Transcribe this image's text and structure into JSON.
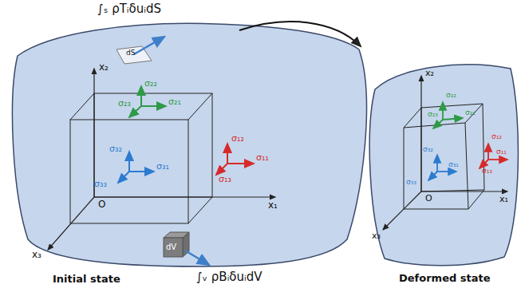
{
  "diagram": {
    "labels": [
      "∫ₛ ρTᵢδuᵢdS",
      "dS",
      "x₂",
      "x₁",
      "x₃",
      "O",
      "σ₂₂",
      "σ₂₁",
      "σ₂₃",
      "σ₁₂",
      "σ₁₁",
      "σ₁₃",
      "σ₃₂",
      "σ₃₁",
      "σ₃₃",
      "dV",
      "∫ᵥ ρBᵢδuᵢdV",
      "Initial state",
      "x₂",
      "σ₂₂",
      "σ₂₁",
      "σ₂₃",
      "σ₁₂",
      "σ₁₁",
      "σ₁₃",
      "σ₃₂",
      "σ₃₁",
      "σ₃₃",
      "O",
      "x₃",
      "x₁",
      "Deformed state"
    ]
  }
}
